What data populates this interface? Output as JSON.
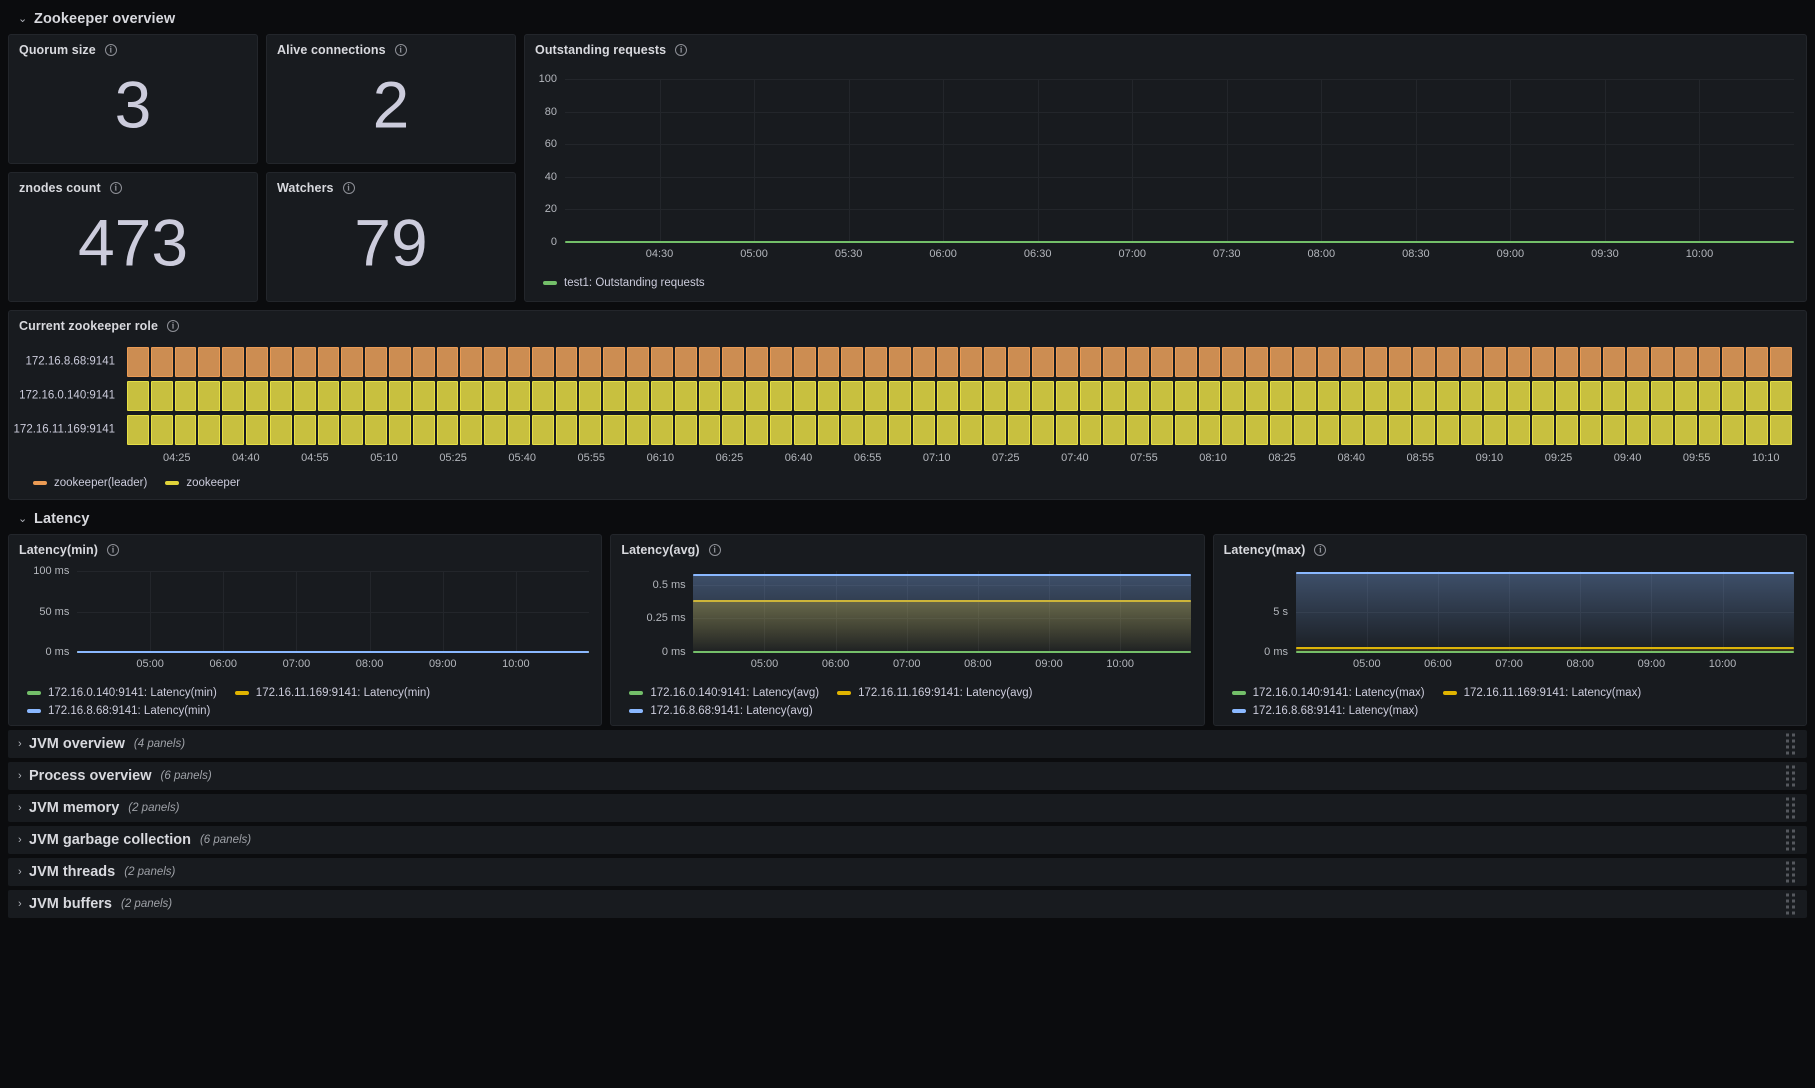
{
  "rows": {
    "zookeeper_overview": {
      "title": "Zookeeper overview",
      "chevron": "⌄",
      "expanded": true
    },
    "latency": {
      "title": "Latency",
      "chevron": "⌄",
      "expanded": true
    }
  },
  "stats": [
    {
      "title": "Quorum size",
      "value": "3",
      "info": "info-icon"
    },
    {
      "title": "Alive connections",
      "value": "2",
      "info": "info-icon"
    },
    {
      "title": "znodes count",
      "value": "473",
      "info": "info-icon"
    },
    {
      "title": "Watchers",
      "value": "79",
      "info": "info-icon"
    }
  ],
  "outstanding_requests": {
    "title": "Outstanding requests",
    "legend": [
      {
        "label": "test1: Outstanding requests",
        "color": "#73bf69"
      }
    ]
  },
  "zookeeper_role": {
    "title": "Current zookeeper role",
    "rows": [
      {
        "label": "172.16.8.68:9141",
        "state": "zookeeper(leader)",
        "color": "#cc8d52"
      },
      {
        "label": "172.16.0.140:9141",
        "state": "zookeeper",
        "color": "#c8c03f"
      },
      {
        "label": "172.16.11.169:9141",
        "state": "zookeeper",
        "color": "#c8c03f"
      }
    ],
    "xticks": [
      "04:25",
      "04:40",
      "04:55",
      "05:10",
      "05:25",
      "05:40",
      "05:55",
      "06:10",
      "06:25",
      "06:40",
      "06:55",
      "07:10",
      "07:25",
      "07:40",
      "07:55",
      "08:10",
      "08:25",
      "08:40",
      "08:55",
      "09:10",
      "09:25",
      "09:40",
      "09:55",
      "10:10"
    ],
    "legend": [
      {
        "label": "zookeeper(leader)",
        "color": "#eb9b54"
      },
      {
        "label": "zookeeper",
        "color": "#e0d33a"
      }
    ]
  },
  "latency_panels": [
    {
      "title": "Latency(min)",
      "legend": [
        {
          "label": "172.16.0.140:9141: Latency(min)",
          "color": "#73bf69"
        },
        {
          "label": "172.16.11.169:9141: Latency(min)",
          "color": "#e0b400"
        },
        {
          "label": "172.16.8.68:9141: Latency(min)",
          "color": "#8ab8ff"
        }
      ]
    },
    {
      "title": "Latency(avg)",
      "legend": [
        {
          "label": "172.16.0.140:9141: Latency(avg)",
          "color": "#73bf69"
        },
        {
          "label": "172.16.11.169:9141: Latency(avg)",
          "color": "#e0b400"
        },
        {
          "label": "172.16.8.68:9141: Latency(avg)",
          "color": "#8ab8ff"
        }
      ]
    },
    {
      "title": "Latency(max)",
      "legend": [
        {
          "label": "172.16.0.140:9141: Latency(max)",
          "color": "#73bf69"
        },
        {
          "label": "172.16.11.169:9141: Latency(max)",
          "color": "#e0b400"
        },
        {
          "label": "172.16.8.68:9141: Latency(max)",
          "color": "#8ab8ff"
        }
      ]
    }
  ],
  "collapsed_rows": [
    {
      "title": "JVM overview",
      "count": "(4 panels)",
      "chevron": "›"
    },
    {
      "title": "Process overview",
      "count": "(6 panels)",
      "chevron": "›"
    },
    {
      "title": "JVM memory",
      "count": "(2 panels)",
      "chevron": "›"
    },
    {
      "title": "JVM garbage collection",
      "count": "(6 panels)",
      "chevron": "›"
    },
    {
      "title": "JVM threads",
      "count": "(2 panels)",
      "chevron": "›"
    },
    {
      "title": "JVM buffers",
      "count": "(2 panels)",
      "chevron": "›"
    }
  ],
  "chart_data": [
    {
      "id": "outstanding_requests",
      "type": "line",
      "title": "Outstanding requests",
      "xlabel": "",
      "ylabel": "",
      "ylim": [
        0,
        100
      ],
      "yticks": [
        0,
        20,
        40,
        60,
        80,
        100
      ],
      "ytick_labels": [
        "0",
        "20",
        "40",
        "60",
        "80",
        "100"
      ],
      "xticks": [
        "04:30",
        "05:00",
        "05:30",
        "06:00",
        "06:30",
        "07:00",
        "07:30",
        "08:00",
        "08:30",
        "09:00",
        "09:30",
        "10:00"
      ],
      "grid": true,
      "legend_position": "bottom",
      "series": [
        {
          "name": "test1: Outstanding requests",
          "color": "#73bf69",
          "constant_value": 0
        }
      ]
    },
    {
      "id": "current_zookeeper_role",
      "type": "heatmap",
      "title": "Current zookeeper role",
      "categories": [
        "172.16.8.68:9141",
        "172.16.0.140:9141",
        "172.16.11.169:9141"
      ],
      "states": [
        "zookeeper(leader)",
        "zookeeper",
        "zookeeper"
      ],
      "state_colors": {
        "zookeeper(leader)": "#cc8d52",
        "zookeeper": "#c8c03f"
      },
      "xticks": [
        "04:25",
        "04:40",
        "04:55",
        "05:10",
        "05:25",
        "05:40",
        "05:55",
        "06:10",
        "06:25",
        "06:40",
        "06:55",
        "07:10",
        "07:25",
        "07:40",
        "07:55",
        "08:10",
        "08:25",
        "08:40",
        "08:55",
        "09:10",
        "09:25",
        "09:40",
        "09:55",
        "10:10"
      ],
      "legend_position": "bottom"
    },
    {
      "id": "latency_min",
      "type": "line",
      "title": "Latency(min)",
      "ylim": [
        0,
        100
      ],
      "yticks": [
        0,
        50,
        100
      ],
      "ytick_labels": [
        "0 ms",
        "50 ms",
        "100 ms"
      ],
      "xticks": [
        "05:00",
        "06:00",
        "07:00",
        "08:00",
        "09:00",
        "10:00"
      ],
      "grid": true,
      "legend_position": "bottom",
      "series": [
        {
          "name": "172.16.0.140:9141: Latency(min)",
          "color": "#73bf69",
          "constant_value": 0
        },
        {
          "name": "172.16.11.169:9141: Latency(min)",
          "color": "#e0b400",
          "constant_value": 0
        },
        {
          "name": "172.16.8.68:9141: Latency(min)",
          "color": "#8ab8ff",
          "constant_value": 0
        }
      ]
    },
    {
      "id": "latency_avg",
      "type": "area",
      "title": "Latency(avg)",
      "ylim": [
        0,
        0.6
      ],
      "yticks": [
        0,
        0.25,
        0.5
      ],
      "ytick_labels": [
        "0 ms",
        "0.25 ms",
        "0.5 ms"
      ],
      "xticks": [
        "05:00",
        "06:00",
        "07:00",
        "08:00",
        "09:00",
        "10:00"
      ],
      "grid": true,
      "legend_position": "bottom",
      "series": [
        {
          "name": "172.16.0.140:9141: Latency(avg)",
          "color": "#73bf69",
          "constant_value": 0
        },
        {
          "name": "172.16.11.169:9141: Latency(avg)",
          "color": "#e0b400",
          "constant_value": 0.38
        },
        {
          "name": "172.16.8.68:9141: Latency(avg)",
          "color": "#8ab8ff",
          "constant_value": 0.57
        }
      ]
    },
    {
      "id": "latency_max",
      "type": "area",
      "title": "Latency(max)",
      "ylim": [
        0,
        10
      ],
      "yticks": [
        0,
        5
      ],
      "ytick_labels": [
        "0 ms",
        "5 s"
      ],
      "xticks": [
        "05:00",
        "06:00",
        "07:00",
        "08:00",
        "09:00",
        "10:00"
      ],
      "grid": true,
      "legend_position": "bottom",
      "series": [
        {
          "name": "172.16.0.140:9141: Latency(max)",
          "color": "#73bf69",
          "constant_value": 0
        },
        {
          "name": "172.16.11.169:9141: Latency(max)",
          "color": "#e0b400",
          "constant_value": 0.45
        },
        {
          "name": "172.16.8.68:9141: Latency(max)",
          "color": "#8ab8ff",
          "constant_value": 9.7
        }
      ]
    }
  ]
}
